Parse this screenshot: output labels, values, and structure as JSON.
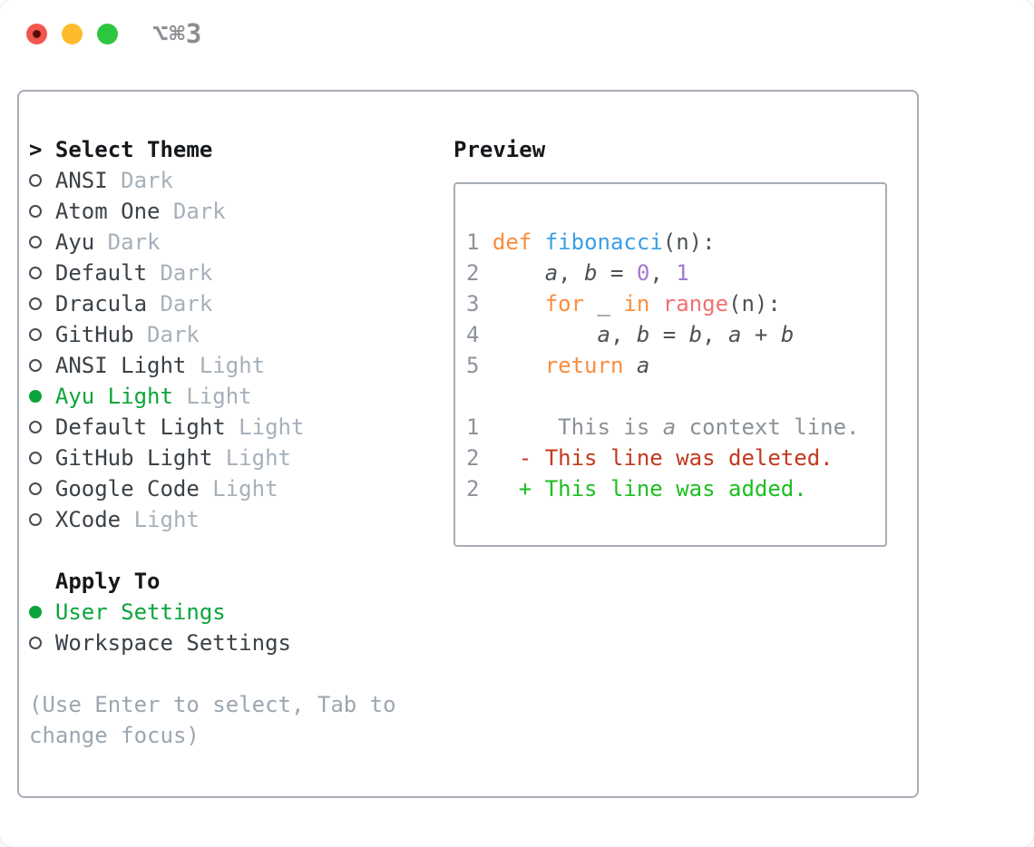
{
  "window": {
    "shortcut_label": "⌥⌘3"
  },
  "theme_picker": {
    "cursor": ">",
    "title": "Select Theme",
    "items": [
      {
        "name": "ANSI",
        "variant": "Dark",
        "selected": false
      },
      {
        "name": "Atom One",
        "variant": "Dark",
        "selected": false
      },
      {
        "name": "Ayu",
        "variant": "Dark",
        "selected": false
      },
      {
        "name": "Default",
        "variant": "Dark",
        "selected": false
      },
      {
        "name": "Dracula",
        "variant": "Dark",
        "selected": false
      },
      {
        "name": "GitHub",
        "variant": "Dark",
        "selected": false
      },
      {
        "name": "ANSI Light",
        "variant": "Light",
        "selected": false
      },
      {
        "name": "Ayu Light",
        "variant": "Light",
        "selected": true
      },
      {
        "name": "Default Light",
        "variant": "Light",
        "selected": false
      },
      {
        "name": "GitHub Light",
        "variant": "Light",
        "selected": false
      },
      {
        "name": "Google Code",
        "variant": "Light",
        "selected": false
      },
      {
        "name": "XCode",
        "variant": "Light",
        "selected": false
      }
    ],
    "apply_to": {
      "title": "Apply To",
      "options": [
        {
          "label": "User Settings",
          "selected": true
        },
        {
          "label": "Workspace Settings",
          "selected": false
        }
      ]
    },
    "hint_lines": [
      "(Use Enter to select, Tab to",
      "change focus)"
    ]
  },
  "preview": {
    "title": "Preview",
    "lines": [
      {
        "num": "1",
        "segments": [
          {
            "t": "def",
            "c": "kw"
          },
          {
            "t": " ",
            "c": "fg"
          },
          {
            "t": "fibonacci",
            "c": "fn"
          },
          {
            "t": "(n):",
            "c": "fg"
          }
        ]
      },
      {
        "num": "2",
        "segments": [
          {
            "t": "    ",
            "c": "fg"
          },
          {
            "t": "a",
            "c": "id"
          },
          {
            "t": ", ",
            "c": "fg"
          },
          {
            "t": "b",
            "c": "id"
          },
          {
            "t": " = ",
            "c": "fg"
          },
          {
            "t": "0",
            "c": "num"
          },
          {
            "t": ", ",
            "c": "fg"
          },
          {
            "t": "1",
            "c": "num"
          }
        ]
      },
      {
        "num": "3",
        "segments": [
          {
            "t": "    ",
            "c": "fg"
          },
          {
            "t": "for",
            "c": "kw"
          },
          {
            "t": " _ ",
            "c": "fg"
          },
          {
            "t": "in",
            "c": "kw"
          },
          {
            "t": " ",
            "c": "fg"
          },
          {
            "t": "range",
            "c": "rng"
          },
          {
            "t": "(n):",
            "c": "fg"
          }
        ]
      },
      {
        "num": "4",
        "segments": [
          {
            "t": "        ",
            "c": "fg"
          },
          {
            "t": "a",
            "c": "id"
          },
          {
            "t": ", ",
            "c": "fg"
          },
          {
            "t": "b",
            "c": "id"
          },
          {
            "t": " = ",
            "c": "fg"
          },
          {
            "t": "b",
            "c": "id"
          },
          {
            "t": ", ",
            "c": "fg"
          },
          {
            "t": "a",
            "c": "id"
          },
          {
            "t": " + ",
            "c": "fg"
          },
          {
            "t": "b",
            "c": "id"
          }
        ]
      },
      {
        "num": "5",
        "segments": [
          {
            "t": "    ",
            "c": "fg"
          },
          {
            "t": "return",
            "c": "kw"
          },
          {
            "t": " ",
            "c": "fg"
          },
          {
            "t": "a",
            "c": "id"
          }
        ]
      },
      {
        "blank": true
      },
      {
        "num": "1",
        "segments": [
          {
            "t": "     This is ",
            "c": "ctx"
          },
          {
            "t": "a",
            "c": "ctxid"
          },
          {
            "t": " context line.",
            "c": "ctx"
          }
        ]
      },
      {
        "num": "2",
        "segments": [
          {
            "t": "  - This line was deleted.",
            "c": "del"
          }
        ]
      },
      {
        "num": "2",
        "segments": [
          {
            "t": "  + This line was added.",
            "c": "add"
          }
        ]
      }
    ]
  },
  "colors": {
    "accent-green": "#0CA53C",
    "item-text": "#3A4147",
    "variant-text": "#A6B0BA",
    "heading-text": "#15181B",
    "hint-text": "#9CA6B0",
    "circle-outline": "#454C53",
    "panel-border": "#A6ADB5",
    "code-fg": "#4C5257",
    "line-number": "#8C939B",
    "keyword": "#FA8D3E",
    "function-name": "#399EE6",
    "number-literal": "#A37ACC",
    "builtin-range": "#F07171",
    "context-line": "#8A9199",
    "diff-deleted": "#C23A1E",
    "diff-added": "#1DBF21",
    "traffic-red": "#F2564E",
    "traffic-red-dot": "#571008",
    "traffic-yellow": "#FDBC2E",
    "traffic-green": "#2EC63F",
    "shortcut-text": "#8A8D92"
  }
}
